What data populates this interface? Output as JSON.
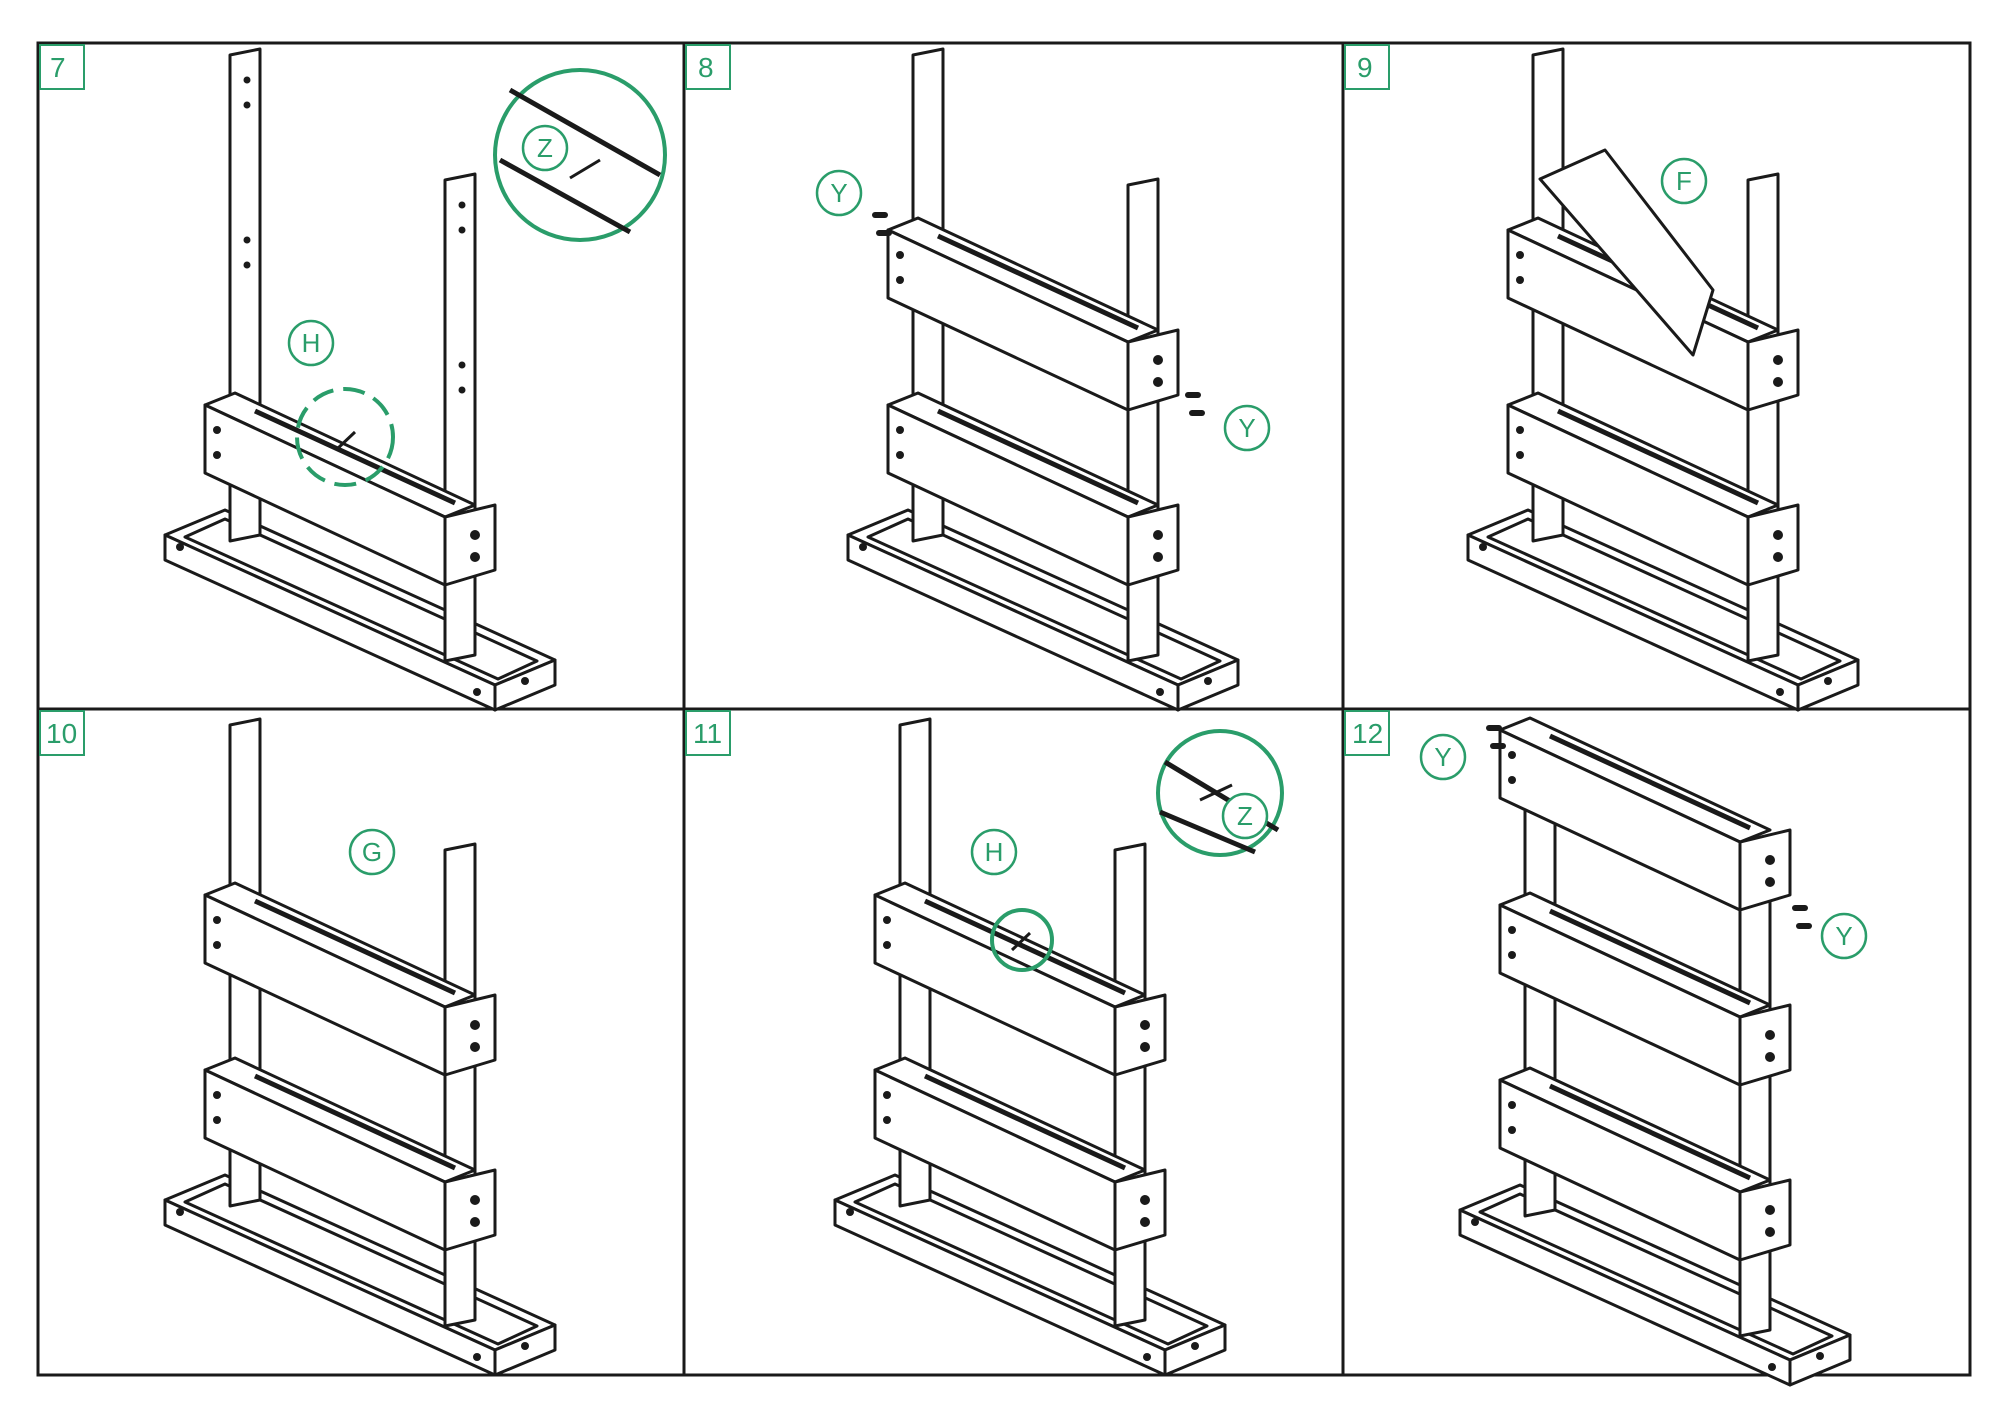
{
  "panels": [
    {
      "step": "7",
      "labels": [
        "H",
        "Z"
      ]
    },
    {
      "step": "8",
      "labels": [
        "Y",
        "Y"
      ]
    },
    {
      "step": "9",
      "labels": [
        "F"
      ]
    },
    {
      "step": "10",
      "labels": [
        "G"
      ]
    },
    {
      "step": "11",
      "labels": [
        "H",
        "Z"
      ]
    },
    {
      "step": "12",
      "labels": [
        "Y",
        "Y"
      ]
    }
  ],
  "colors": {
    "accent": "#2a9d6a",
    "line": "#1a1a1a"
  }
}
